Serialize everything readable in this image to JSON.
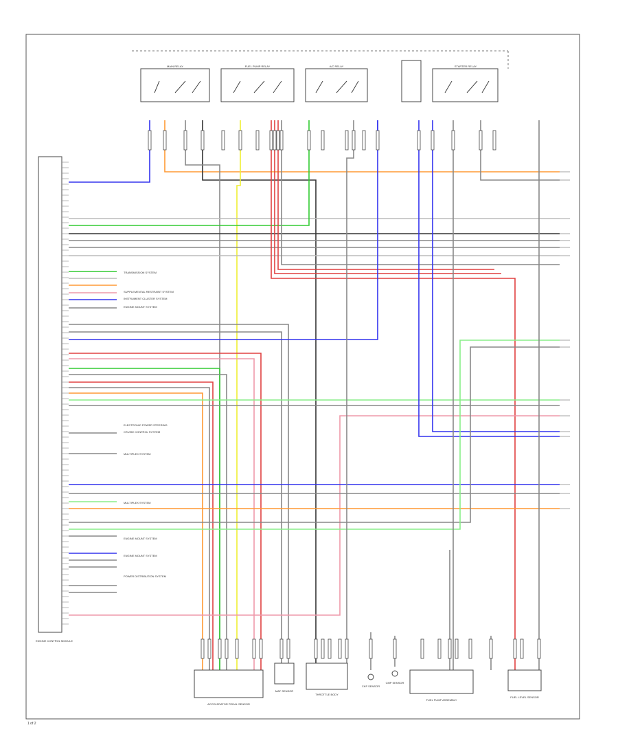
{
  "diagram": {
    "page_label": "1 of 2",
    "ecm_label": "ENGINE CONTROL MODULE",
    "relays": [
      {
        "label": "MAIN RELAY"
      },
      {
        "label": "FUEL PUMP RELAY"
      },
      {
        "label": "A/C RELAY"
      },
      {
        "label": "STARTER RELAY"
      }
    ],
    "bottom_components": [
      {
        "label": "ACCELERATOR PEDAL SENSOR"
      },
      {
        "label": "MAF SENSOR"
      },
      {
        "label": "THROTTLE BODY"
      },
      {
        "label": "CKP SENSOR"
      },
      {
        "label": "CMP SENSOR"
      },
      {
        "label": "FUEL PUMP ASSEMBLY"
      },
      {
        "label": "FUEL LEVEL SENSOR"
      }
    ],
    "system_refs": [
      {
        "label": "TRANSMISSION SYSTEM"
      },
      {
        "label": "SUPPLEMENTAL RESTRAINT SYSTEM"
      },
      {
        "label": "INSTRUMENT CLUSTER SYSTEM"
      },
      {
        "label": "ENGINE MOUNT SYSTEM"
      },
      {
        "label": "ELECTRONIC POWER STEERING"
      },
      {
        "label": "CRUISE CONTROL SYSTEM"
      },
      {
        "label": "MULTIPLEX SYSTEM"
      },
      {
        "label": "MULTIPLEX SYSTEM"
      },
      {
        "label": "ENGINE MOUNT SYSTEM"
      },
      {
        "label": "ENGINE MOUNT SYSTEM"
      },
      {
        "label": "POWER DISTRIBUTION SYSTEM"
      }
    ],
    "colors": {
      "black": "#333333",
      "gray": "#888888",
      "white": "#bbbbbb",
      "blue": "#3333ee",
      "red": "#e04040",
      "green": "#33cc33",
      "orange": "#ff9933",
      "yellow": "#eeee33",
      "lightgreen": "#88ee88",
      "pink": "#ee99aa"
    }
  }
}
